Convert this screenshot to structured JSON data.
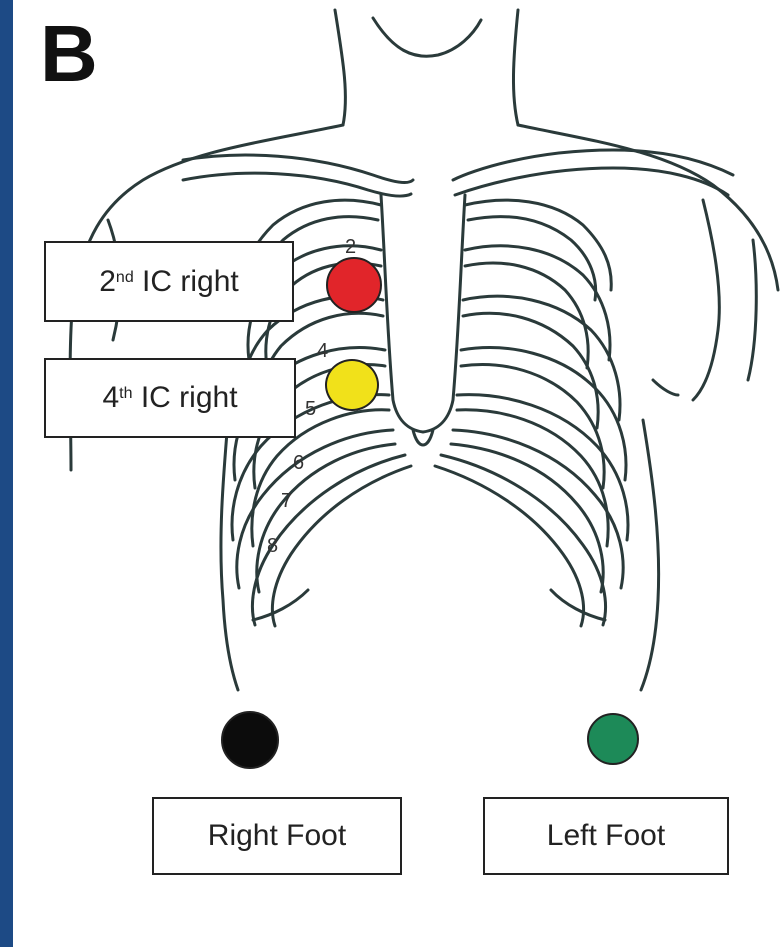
{
  "panel_letter": "B",
  "labels": {
    "ic2_right": {
      "ordinal": "2",
      "suffix": "nd",
      "text": " IC right"
    },
    "ic4_right": {
      "ordinal": "4",
      "suffix": "th",
      "text": " IC right"
    },
    "right_foot": "Right Foot",
    "left_foot": "Left Foot"
  },
  "rib_numbers": [
    "2",
    "4",
    "5",
    "6",
    "7",
    "8"
  ],
  "electrode_colors": {
    "ic2_right": "#e1252a",
    "ic4_right": "#f1e11a",
    "right_foot": "#0c0c0c",
    "left_foot": "#1d8a58"
  }
}
